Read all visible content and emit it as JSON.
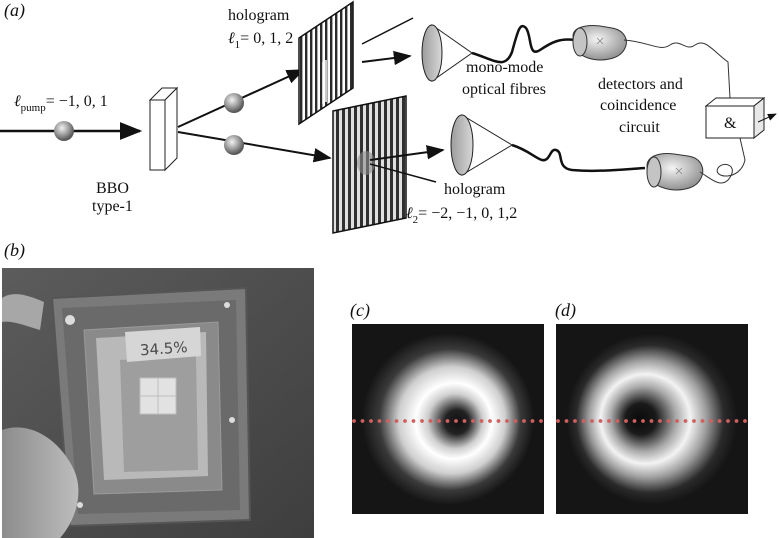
{
  "panels": {
    "a": "a",
    "b": "b",
    "c": "c",
    "d": "d"
  },
  "setup": {
    "pump_symbol": "ℓ",
    "pump_sub": "pump",
    "pump_values": "= −1, 0, 1",
    "bbo_line1": "BBO",
    "bbo_line2": "type-1",
    "hologram1_title": "hologram",
    "hologram1_symbol": "ℓ",
    "hologram1_sub": "1",
    "hologram1_values": "= 0, 1, 2",
    "hologram2_title": "hologram",
    "hologram2_symbol": "ℓ",
    "hologram2_sub": "2",
    "hologram2_values": "= −2, −1, 0, 1,2",
    "fibre_line1": "mono-mode",
    "fibre_line2": "optical fibres",
    "detector_line1": "detectors and",
    "detector_line2": "coincidence",
    "detector_line3": "circuit",
    "and_gate": "&"
  },
  "photo": {
    "label_text": "34.5%"
  },
  "colors": {
    "dots": "#d06060",
    "mode_dark": "#1a1a1a",
    "mode_bright": "#ffffff"
  }
}
